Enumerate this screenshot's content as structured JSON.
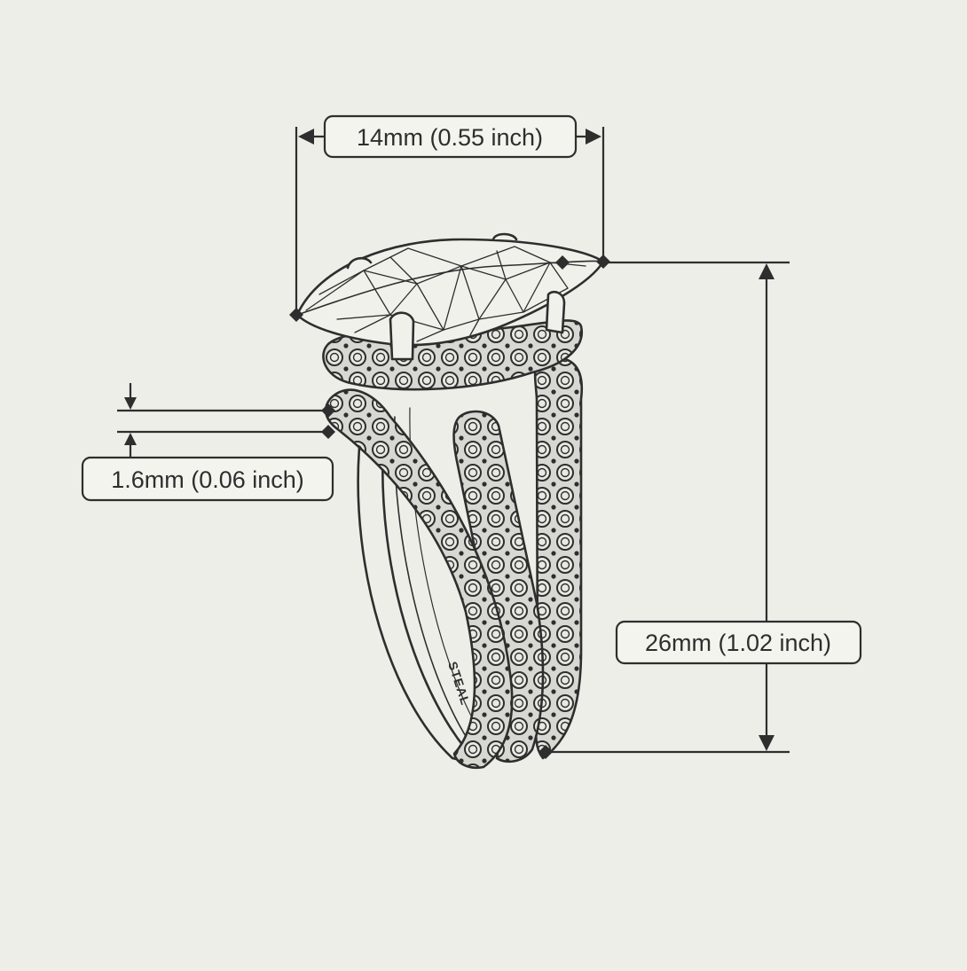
{
  "dimensions": {
    "stone_width": "14mm (0.55 inch)",
    "band_thickness": "1.6mm (0.06 inch)",
    "ring_height": "26mm (1.02 inch)"
  },
  "engraving": "STEAL",
  "colors": {
    "background": "#eeeee8",
    "line": "#2e2e2e",
    "label_fill": "#f4f4ee"
  }
}
